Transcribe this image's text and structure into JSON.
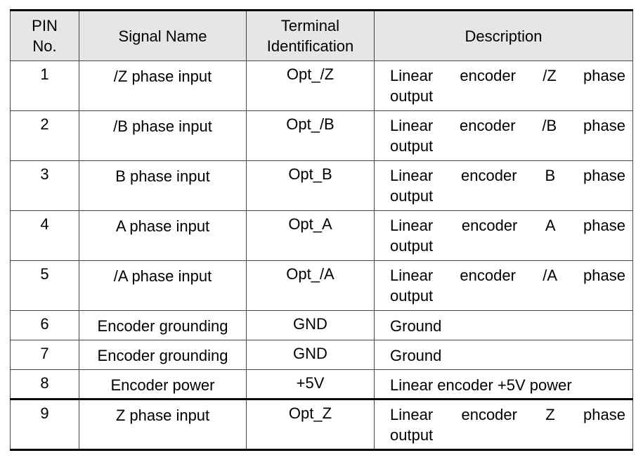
{
  "headers": {
    "pin": "PIN No.",
    "signal": "Signal Name",
    "terminal": "Terminal Identification",
    "description": "Description"
  },
  "rows": [
    {
      "pin": "1",
      "signal": "/Z phase input",
      "terminal": "Opt_/Z",
      "desc1": "Linear encoder /Z phase",
      "desc2": "output"
    },
    {
      "pin": "2",
      "signal": "/B phase input",
      "terminal": "Opt_/B",
      "desc1": "Linear encoder /B phase",
      "desc2": "output"
    },
    {
      "pin": "3",
      "signal": "B phase input",
      "terminal": "Opt_B",
      "desc1": "Linear encoder B phase",
      "desc2": "output"
    },
    {
      "pin": "4",
      "signal": "A phase input",
      "terminal": "Opt_A",
      "desc1": "Linear encoder A phase",
      "desc2": "output"
    },
    {
      "pin": "5",
      "signal": "/A phase input",
      "terminal": "Opt_/A",
      "desc1": "Linear encoder /A phase",
      "desc2": "output"
    },
    {
      "pin": "6",
      "signal": "Encoder grounding",
      "terminal": "GND",
      "desc1": "Ground",
      "desc2": ""
    },
    {
      "pin": "7",
      "signal": "Encoder grounding",
      "terminal": "GND",
      "desc1": "Ground",
      "desc2": ""
    },
    {
      "pin": "8",
      "signal": "Encoder power",
      "terminal": "+5V",
      "desc1": "Linear encoder +5V power",
      "desc2": ""
    },
    {
      "pin": "9",
      "signal": "Z phase input",
      "terminal": "Opt_Z",
      "desc1": "Linear encoder Z phase",
      "desc2": "output"
    }
  ]
}
